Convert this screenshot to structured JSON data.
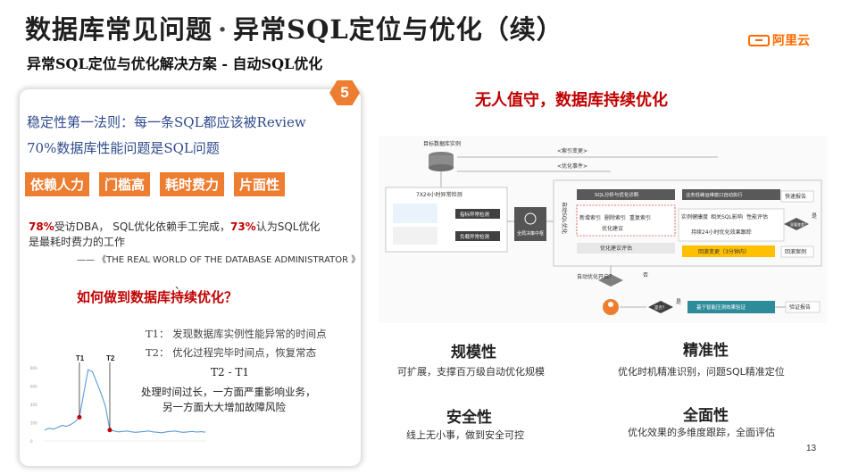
{
  "header": {
    "title_part1": "数据库常见问题",
    "title_dot": "·",
    "title_part2": "异常SQL定位与优化（续）",
    "subtitle": "异常SQL定位与优化解决方案 - 自动SQL优化",
    "logo_text": "阿里云"
  },
  "left": {
    "badge": "5",
    "line1": "稳定性第一法则：每一条SQL都应该被Review",
    "line2": "70%数据库性能问题是SQL问题",
    "tags": [
      "依赖人力",
      "门槛高",
      "耗时费力",
      "片面性"
    ],
    "stat_pct1": "78%",
    "stat_text1": "受访DBA， SQL优化依赖手工完成，",
    "stat_pct2": "73%",
    "stat_text2": "认为SQL优化是最耗时费力的工作",
    "quote": "—— 《THE REAL WORLD OF THE DATABASE ADMINISTRATOR 》",
    "question": "如何做到数据库持续优化？",
    "t1": "T1： 发现数据库实例性能异常的时间点",
    "t2": "T2： 优化过程完毕时间点，恢复常态",
    "t2t1": "T2 - T1",
    "desc1": "处理时间过长，一方面严重影响业务，",
    "desc2": "另一方面大大增加故障风险",
    "chart_t1": "T1",
    "chart_t2": "T2"
  },
  "right": {
    "headline": "无人值守，数据库持续优化",
    "features": [
      {
        "title": "规模性",
        "desc": "可扩展，支撑百万级自动优化规模"
      },
      {
        "title": "精准性",
        "desc": "优化时机精准识别，问题SQL精准定位"
      },
      {
        "title": "安全性",
        "desc": "线上无小事，做到安全可控"
      },
      {
        "title": "全面性",
        "desc": "优化效果的多维度跟踪，全面评估"
      }
    ]
  },
  "diagram": {
    "db_label": "目标数据库实例",
    "index_change": "<索引变更>",
    "opt_event": "<优化事件>",
    "detect_title": "7X24小时异常检测",
    "detect_a": "指标异常检测",
    "detect_b": "负载异常检测",
    "center": "全局决策中枢",
    "auto_sql": "自动SQL优化",
    "diag_title": "SQL分析与优化诊断",
    "btn_new": "新增索引",
    "btn_del": "删除索引",
    "btn_rewrite": "重复索引",
    "opt_suggest": "优化建议",
    "opt_eval": "优化建议评估",
    "window_exec": "业务低峰运维窗口自动执行",
    "inst_cmp": "实例健康度",
    "rel_sql": "相关SQL影响",
    "perf_eval": "性能评估",
    "track": "持续24小时优化效果跟踪",
    "rollback": "回滚变更（3分钟内）",
    "fast_report": "快速报告",
    "rollback_case": "回滚案例",
    "regress": "显著变差？",
    "yes": "是",
    "no": "否",
    "auto_opt_q": "自动优化开启？",
    "is_ok_q": "是否？",
    "smart_test": "基于智能压测效果验证",
    "verify_report": "验证报告"
  },
  "page": {
    "number": "13"
  },
  "chart_data": {
    "type": "line",
    "title": "",
    "xlabel": "",
    "ylabel": "",
    "yticks": [
      "800",
      "600",
      "400",
      "200",
      "0"
    ],
    "ylim": [
      0,
      900
    ],
    "series": [
      {
        "values": [
          120,
          140,
          130,
          150,
          170,
          160,
          180,
          210,
          260,
          520,
          780,
          760,
          640,
          520,
          380,
          120,
          110,
          100,
          105,
          110,
          100,
          95,
          100,
          105,
          110,
          100,
          95,
          90,
          100,
          105,
          110,
          100,
          95,
          100,
          105,
          98,
          102,
          97
        ]
      }
    ],
    "markers": [
      "T1",
      "T2"
    ]
  }
}
